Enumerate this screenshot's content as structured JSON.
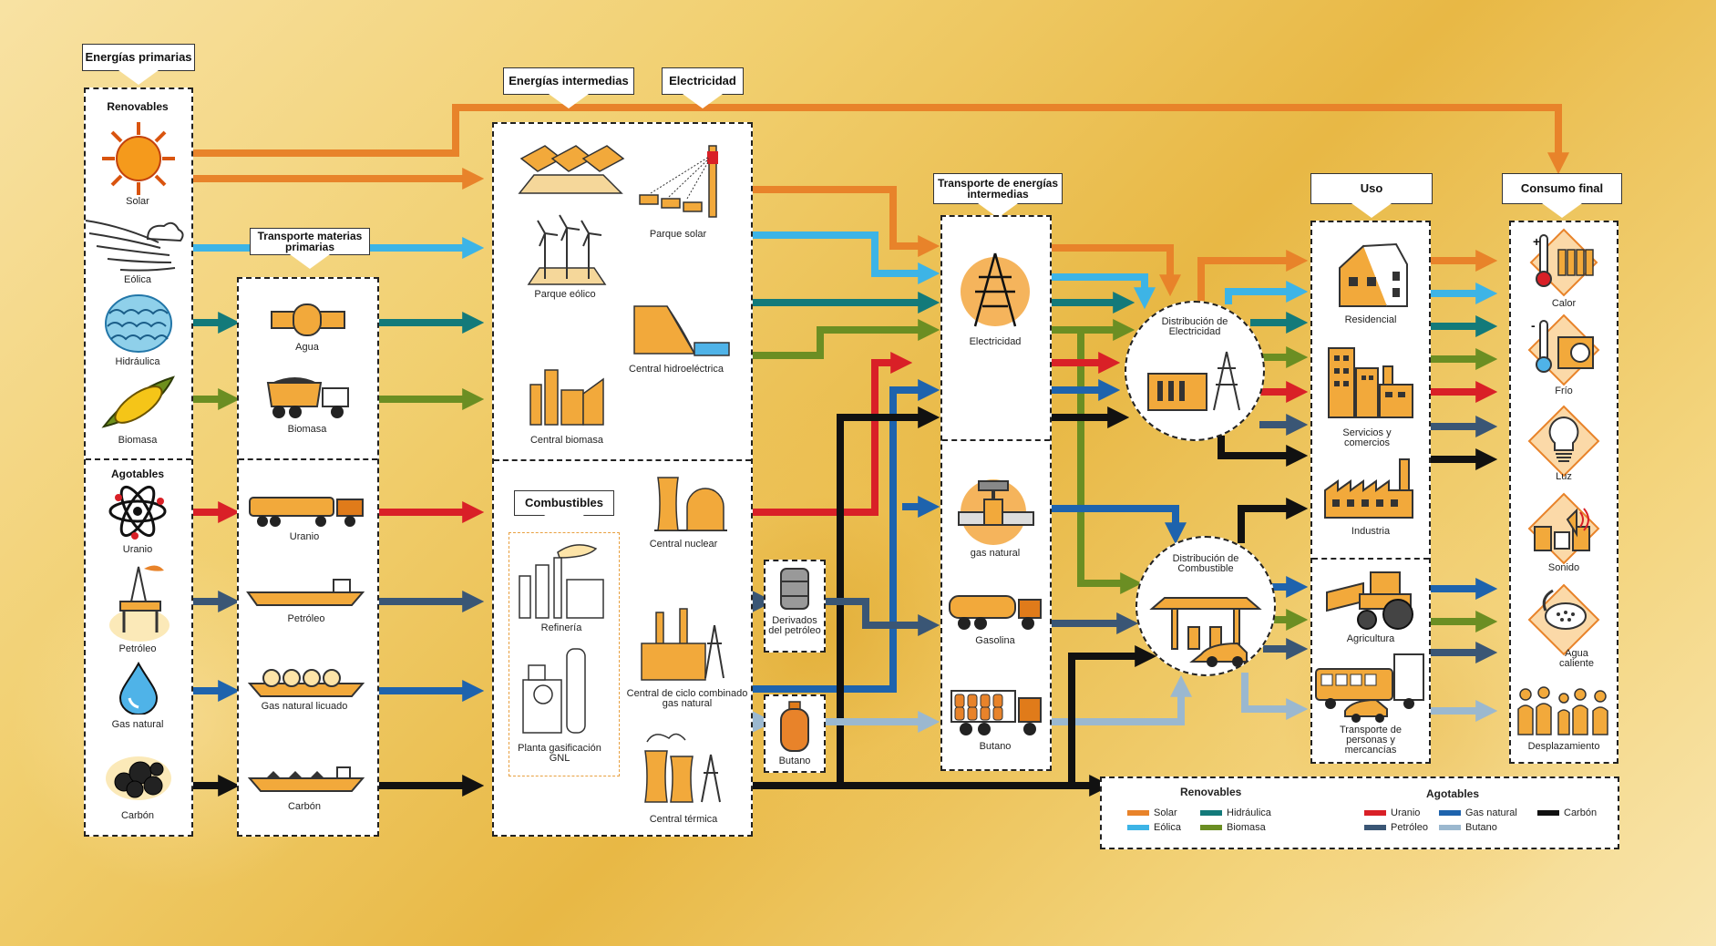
{
  "headers": {
    "primarias": "Energías primarias",
    "intermedias": "Energías intermedias",
    "electricidad": "Electricidad",
    "transporte_primarias": "Transporte materias primarias",
    "transporte_intermedias": "Transporte de energías intermedias",
    "uso": "Uso",
    "consumo": "Consumo final",
    "combustibles": "Combustibles"
  },
  "sections": {
    "renovables": "Renovables",
    "agotables": "Agotables"
  },
  "primary": [
    {
      "label": "Solar",
      "icon": "sun-icon"
    },
    {
      "label": "Eólica",
      "icon": "wind-icon"
    },
    {
      "label": "Hidráulica",
      "icon": "water-icon"
    },
    {
      "label": "Biomasa",
      "icon": "corn-icon"
    },
    {
      "label": "Uranio",
      "icon": "atom-icon"
    },
    {
      "label": "Petróleo",
      "icon": "oil-platform-icon"
    },
    {
      "label": "Gas natural",
      "icon": "gas-drop-icon"
    },
    {
      "label": "Carbón",
      "icon": "coal-icon"
    }
  ],
  "transport_primary": [
    {
      "label": "Agua",
      "icon": "pipe-icon"
    },
    {
      "label": "Biomasa",
      "icon": "dump-truck-icon"
    },
    {
      "label": "Uranio",
      "icon": "tanker-truck-icon"
    },
    {
      "label": "Petróleo",
      "icon": "oil-ship-icon"
    },
    {
      "label": "Gas natural licuado",
      "icon": "lng-ship-icon"
    },
    {
      "label": "Carbón",
      "icon": "coal-ship-icon"
    }
  ],
  "intermediate": [
    {
      "label": "Parque solar",
      "icon": "solar-park-icon"
    },
    {
      "label": "Parque eólico",
      "icon": "wind-park-icon"
    },
    {
      "label": "Central hidroeléctrica",
      "icon": "dam-icon"
    },
    {
      "label": "Central biomasa",
      "icon": "biomass-plant-icon"
    },
    {
      "label": "Central nuclear",
      "icon": "nuclear-plant-icon"
    },
    {
      "label": "Central de ciclo combinado gas natural",
      "icon": "combined-cycle-icon"
    },
    {
      "label": "Central térmica",
      "icon": "thermal-plant-icon"
    }
  ],
  "fuels": [
    {
      "label": "Refinería",
      "icon": "refinery-icon"
    },
    {
      "label": "Planta gasificación GNL",
      "icon": "gasification-plant-icon"
    },
    {
      "label": "Derivados del petróleo",
      "icon": "barrel-icon"
    },
    {
      "label": "Butano",
      "icon": "butane-bottle-icon"
    }
  ],
  "transport_intermediate": [
    {
      "label": "Electricidad",
      "icon": "pylon-icon"
    },
    {
      "label": "gas natural",
      "icon": "valve-icon"
    },
    {
      "label": "Gasolina",
      "icon": "fuel-truck-icon"
    },
    {
      "label": "Butano",
      "icon": "butane-truck-icon"
    }
  ],
  "distribution": [
    {
      "label": "Distribución de Electricidad",
      "icon": "substation-icon"
    },
    {
      "label": "Distribución de Combustible",
      "icon": "gas-station-icon"
    }
  ],
  "uses": [
    {
      "label": "Residencial",
      "icon": "house-icon"
    },
    {
      "label": "Servicios y comercios",
      "icon": "buildings-icon"
    },
    {
      "label": "Industria",
      "icon": "factory-icon"
    },
    {
      "label": "Agricultura",
      "icon": "tractor-icon"
    },
    {
      "label": "Transporte de personas y mercancías",
      "icon": "bus-icon"
    }
  ],
  "final": [
    {
      "label": "Calor",
      "icon": "thermometer-hot-icon"
    },
    {
      "label": "Frío",
      "icon": "thermometer-cold-icon"
    },
    {
      "label": "Luz",
      "icon": "bulb-icon"
    },
    {
      "label": "Sonido",
      "icon": "speaker-icon"
    },
    {
      "label": "Agua caliente",
      "icon": "shower-icon"
    },
    {
      "label": "Desplazamiento",
      "icon": "people-icon"
    }
  ],
  "legend": {
    "renovables_title": "Renovables",
    "agotables_title": "Agotables",
    "items": [
      {
        "label": "Solar",
        "color": "#e8832a"
      },
      {
        "label": "Hidráulica",
        "color": "#137a7a"
      },
      {
        "label": "Eólica",
        "color": "#3db4e6"
      },
      {
        "label": "Biomasa",
        "color": "#6b8e23"
      },
      {
        "label": "Uranio",
        "color": "#d92027"
      },
      {
        "label": "Gas natural",
        "color": "#1e63ad"
      },
      {
        "label": "Carbón",
        "color": "#111111"
      },
      {
        "label": "Petróleo",
        "color": "#3a5675"
      },
      {
        "label": "Butano",
        "color": "#9bb8cf"
      }
    ]
  },
  "colors": {
    "solar": "#e8832a",
    "eolica": "#3db4e6",
    "hidraulica": "#137a7a",
    "biomasa": "#6b8e23",
    "uranio": "#d92027",
    "petroleo": "#3a5675",
    "gas": "#1e63ad",
    "carbon": "#111111",
    "butano": "#9bb8cf",
    "icon_fill": "#f2a93b"
  }
}
